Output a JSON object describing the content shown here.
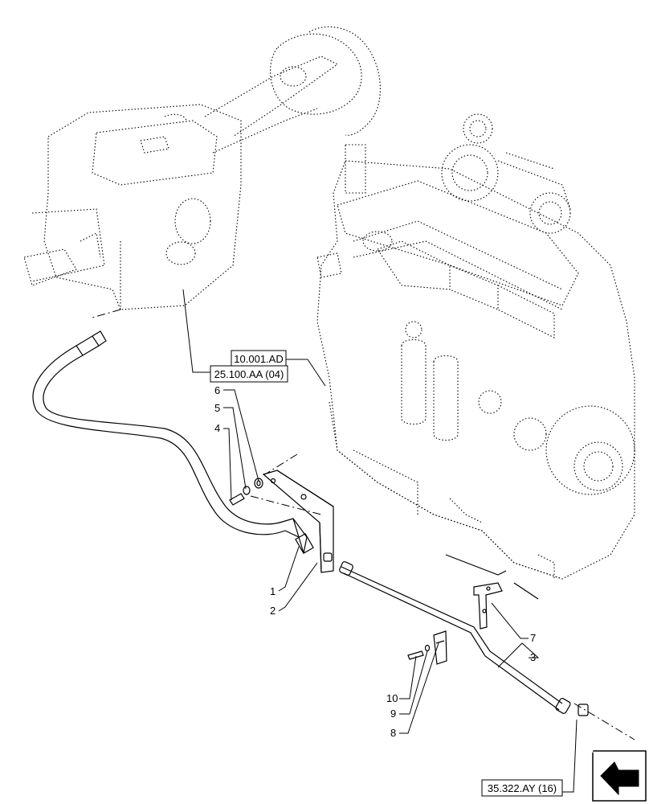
{
  "references": {
    "engine_ref": "10.001.AD",
    "axle_ref": "25.100.AA (04)",
    "pipe_ref": "35.322.AY (16)"
  },
  "callouts": {
    "c1": "1",
    "c2": "2",
    "c3": "3",
    "c4": "4",
    "c5": "5",
    "c6": "6",
    "c7": "7",
    "c8": "8",
    "c9": "9",
    "c10": "10"
  },
  "icons": {
    "nav": "back-arrow-icon"
  }
}
